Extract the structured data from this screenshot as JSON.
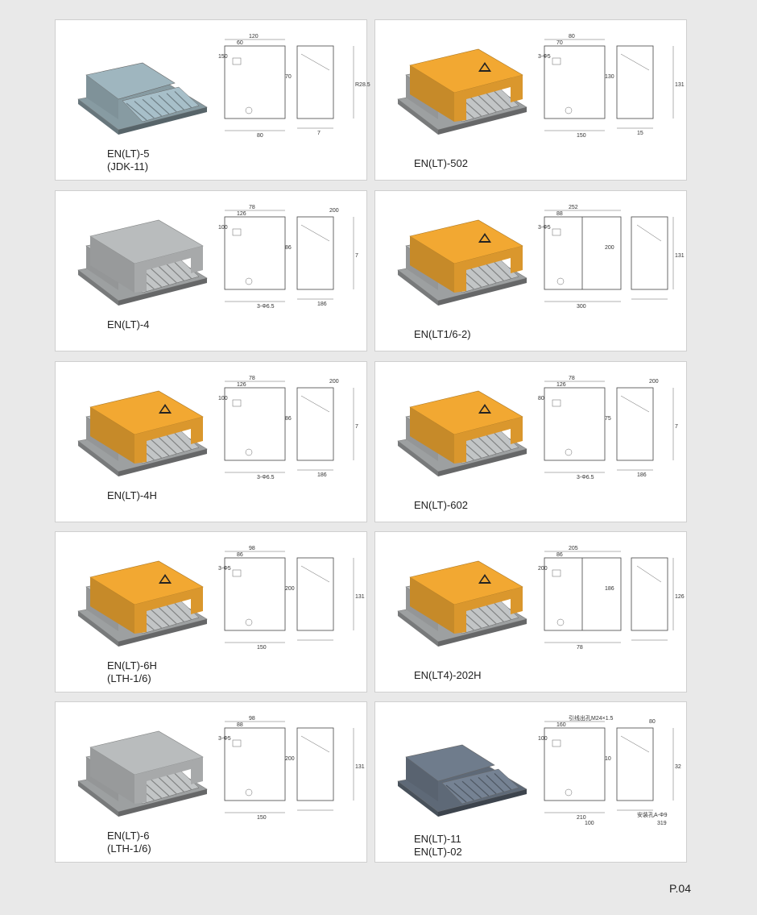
{
  "products": [
    {
      "id": "r1l",
      "label": "EN(LT)-5\n(JDK-11)",
      "dims": [
        "120",
        "60",
        "150",
        "70",
        "80",
        "R28.5",
        "7"
      ],
      "housing": "blue-gray",
      "cover": "none"
    },
    {
      "id": "r1r",
      "label": "EN(LT)-502",
      "dims": [
        "80",
        "70",
        "3-Φ5",
        "130",
        "150",
        "131",
        "15"
      ],
      "housing": "gray",
      "cover": "orange"
    },
    {
      "id": "r2l",
      "label": "EN(LT)-4",
      "dims": [
        "78",
        "126",
        "100",
        "86",
        "3-Φ6.5",
        "7",
        "186",
        "200"
      ],
      "housing": "gray",
      "cover": "gray"
    },
    {
      "id": "r2r",
      "label": "EN(LT1/6-2)",
      "dims": [
        "252",
        "88",
        "3-Φ5",
        "200",
        "300",
        "131"
      ],
      "housing": "gray",
      "cover": "orange"
    },
    {
      "id": "r3l",
      "label": "EN(LT)-4H",
      "dims": [
        "78",
        "126",
        "100",
        "86",
        "3-Φ6.5",
        "7",
        "186",
        "200"
      ],
      "housing": "gray",
      "cover": "orange"
    },
    {
      "id": "r3r",
      "label": "EN(LT)-602",
      "dims": [
        "78",
        "126",
        "80",
        "75",
        "3-Φ6.5",
        "7",
        "186",
        "200"
      ],
      "housing": "gray",
      "cover": "orange"
    },
    {
      "id": "r4l",
      "label": "EN(LT)-6H\n(LTH-1/6)",
      "dims": [
        "98",
        "86",
        "3-Φ5",
        "200",
        "150",
        "131"
      ],
      "housing": "gray",
      "cover": "orange"
    },
    {
      "id": "r4r",
      "label": "EN(LT4)-202H",
      "dims": [
        "205",
        "86",
        "200",
        "186",
        "78",
        "126"
      ],
      "housing": "gray",
      "cover": "orange"
    },
    {
      "id": "r5l",
      "label": "EN(LT)-6\n(LTH-1/6)",
      "dims": [
        "98",
        "88",
        "3-Φ5",
        "200",
        "150",
        "131"
      ],
      "housing": "gray",
      "cover": "gray"
    },
    {
      "id": "r5r",
      "label": "EN(LT)-11\nEN(LT)-02",
      "dims": [
        "引线出孔M24×1.5",
        "160",
        "100",
        "10",
        "210",
        "32",
        "安装孔A-Φ9",
        "80",
        "100",
        "319"
      ],
      "housing": "dark",
      "cover": "none"
    }
  ],
  "page_number": "P.04",
  "colors": {
    "orange": "#f2a832",
    "gray": "#b9bcbd",
    "blue": "#9fb6bf",
    "dark": "#6f7c8c"
  }
}
